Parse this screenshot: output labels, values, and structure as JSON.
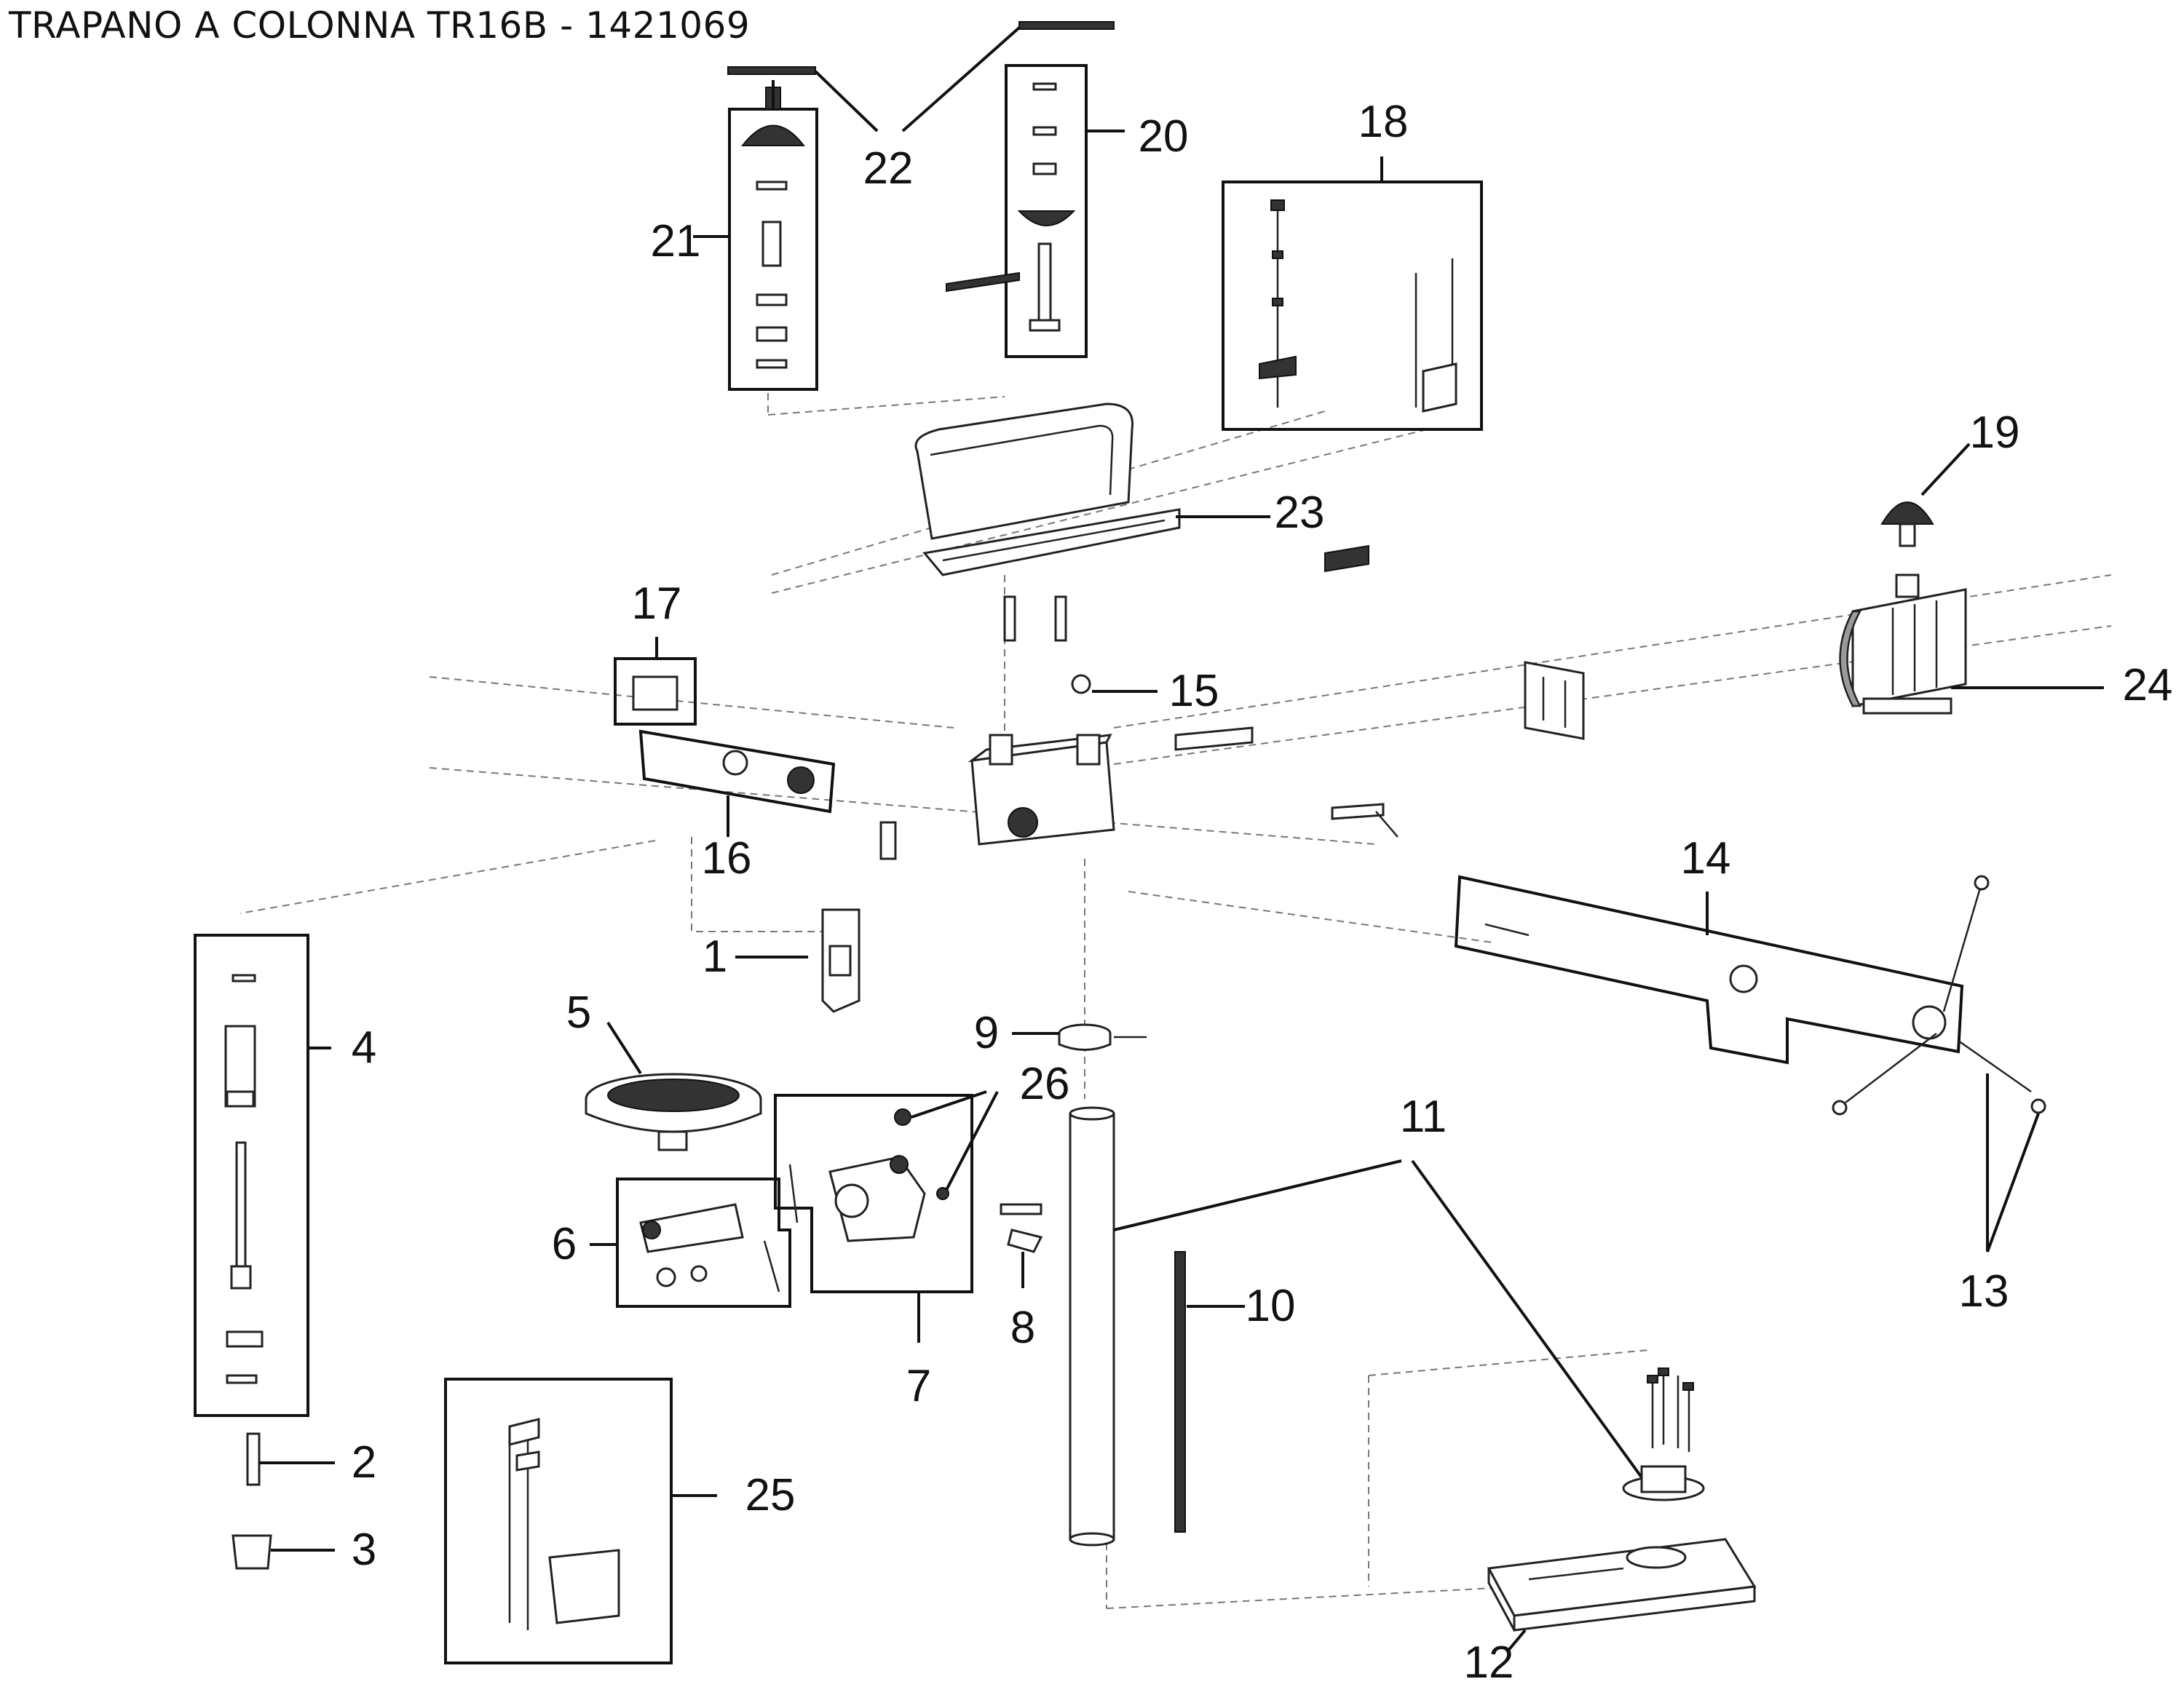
{
  "title": "TRAPANO A COLONNA TR16B - 1421069",
  "callouts": {
    "c1": "1",
    "c2": "2",
    "c3": "3",
    "c4": "4",
    "c5": "5",
    "c6": "6",
    "c7": "7",
    "c8": "8",
    "c9": "9",
    "c10": "10",
    "c11": "11",
    "c12": "12",
    "c13": "13",
    "c14": "14",
    "c15": "15",
    "c16": "16",
    "c17": "17",
    "c18": "18",
    "c19": "19",
    "c20": "20",
    "c21": "21",
    "c22": "22",
    "c23": "23",
    "c24": "24",
    "c25": "25",
    "c26": "26"
  }
}
